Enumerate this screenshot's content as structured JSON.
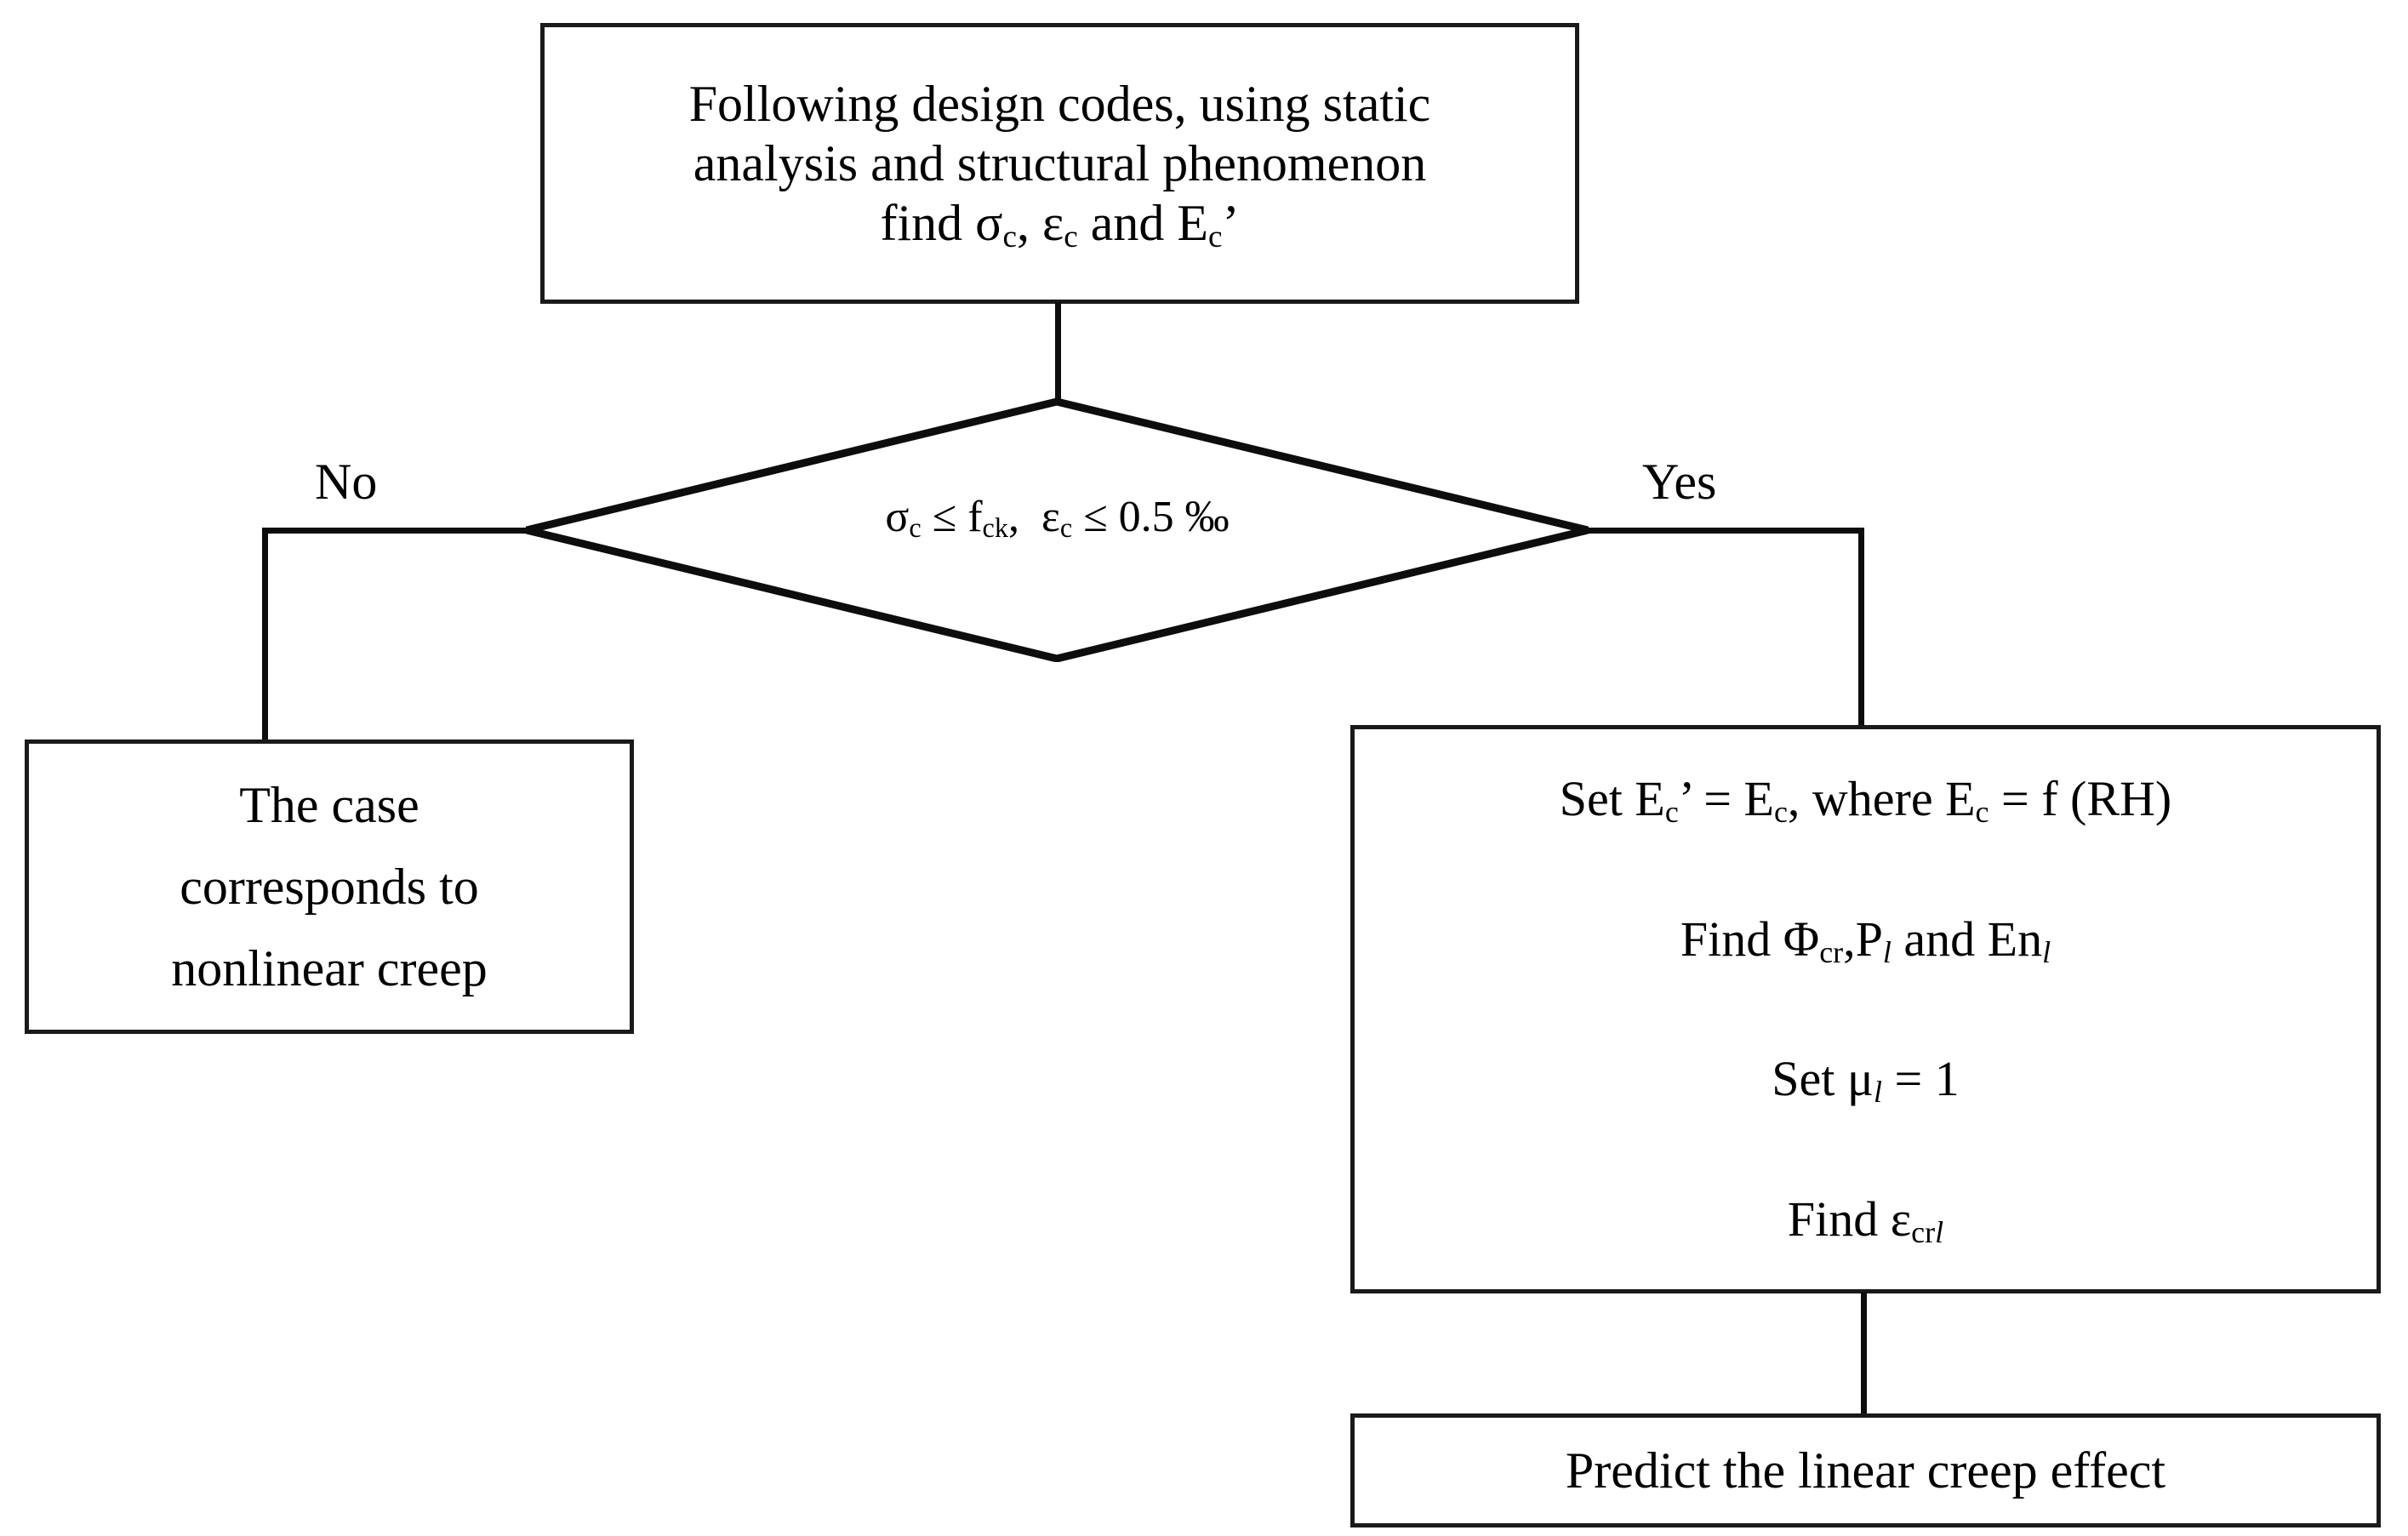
{
  "diagram": {
    "title": "Linear creep assessment flowchart",
    "type": "flowchart",
    "background_color": "#ffffff",
    "stroke_color": "#1a1a1a"
  },
  "nodes": {
    "top_process": {
      "shape": "rectangle",
      "lines": [
        "Following design codes, using static",
        "analysis and structural phenomenon",
        "find σc, εc and Ec’"
      ],
      "line1": "Following design codes, using static",
      "line2": "analysis and structural phenomenon",
      "line3_prefix": "find ",
      "line3_sigma": "σ",
      "line3_sigma_sub": "c",
      "line3_comma": ", ",
      "line3_epsilon": "ε",
      "line3_epsilon_sub": "c",
      "line3_and": " and E",
      "line3_e_sub": "c",
      "line3_prime": "’"
    },
    "decision": {
      "shape": "diamond",
      "condition_text": "σc ≤ fck,  εc ≤ 0.5 ‰",
      "sigma": "σ",
      "sigma_sub": "c",
      "le_1": " ≤ f",
      "fck_sub": "ck",
      "comma": ",  ",
      "epsilon": "ε",
      "epsilon_sub": "c",
      "le_2": " ≤ 0.5 ‰"
    },
    "left_terminal": {
      "shape": "rectangle",
      "lines": [
        "The case",
        "corresponds to",
        "nonlinear creep"
      ],
      "line1": "The case",
      "line2": "corresponds to",
      "line3": "nonlinear creep"
    },
    "right_process": {
      "shape": "rectangle",
      "lines": [
        "Set Ec’ = Ec, where Ec = f (RH)",
        "Find Φcr, Pl and Enl",
        "Set  μl = 1",
        "Find εcrl"
      ],
      "line1_a": "Set E",
      "line1_a_sub": "c",
      "line1_b": "’ = E",
      "line1_b_sub": "c",
      "line1_c": ", where E",
      "line1_c_sub": "c",
      "line1_d": " = f (RH)",
      "line2_a": "Find Φ",
      "line2_a_sub": "cr",
      "line2_b": ",P",
      "line2_b_sub": "l",
      "line2_c": " and En",
      "line2_c_sub": "l",
      "line3_a": "Set  μ",
      "line3_a_sub": "l",
      "line3_b": " = 1",
      "line4_a": "Find ε",
      "line4_a_sub": "cr",
      "line4_b_sub": "l"
    },
    "bottom_terminal": {
      "shape": "rectangle",
      "line1": "Predict the linear creep effect"
    }
  },
  "edges": {
    "no_label": "No",
    "yes_label": "Yes"
  }
}
